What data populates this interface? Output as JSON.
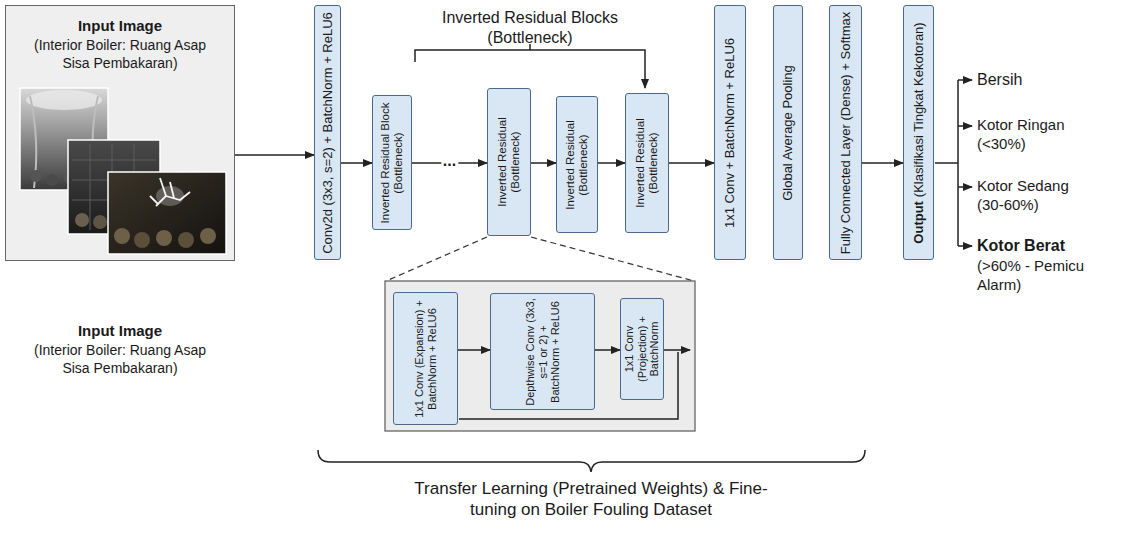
{
  "diagram": {
    "nodes": [
      {
        "text": [
          "Input Image",
          "(Interior Boiler: Ruang Asap Sisa Pembakaran)"
        ]
      },
      {
        "text": [
          "Conv2d (3x3, s=2) + BatchNorm + ReLU6"
        ]
      },
      {
        "text": [
          "Inverted Residual Block (Bottleneck)"
        ]
      },
      {
        "text": [
          "Inverted Residual (Bottleneck)"
        ]
      },
      {
        "text": [
          "Inverted Residual (Bottleneck)"
        ]
      },
      {
        "text": [
          "Inverted Residual (Bottleneck)"
        ]
      },
      {
        "text": [
          "1x1 Conv (Expansion) + BatchNorm + ReLU6"
        ]
      },
      {
        "text": [
          "Depthwise Conv (3x3, s=1 or 2) + BatchNorm + ReLU6"
        ]
      },
      {
        "text": [
          "1x1 Conv (Projection) + BatchNorm"
        ]
      },
      {
        "text": [
          "1x1 Conv + BatchNorm + ReLU6"
        ]
      },
      {
        "text": [
          "Global Average Pooling"
        ]
      },
      {
        "text": [
          "Fully Connected Layer (Dense) + Softmax"
        ]
      },
      {
        "text": [
          "Output",
          "(Klasifikasi Tingkat Kekotoran)"
        ]
      }
    ],
    "edges": [
      {
        "from": 0,
        "to": 1,
        "arrow": "to"
      },
      {
        "from": 1,
        "to": 2,
        "arrow": "to"
      },
      {
        "from": 2,
        "to": 3,
        "label": "...",
        "arrow": "to"
      },
      {
        "from": 3,
        "to": 4,
        "arrow": "to"
      },
      {
        "from": 4,
        "to": 5,
        "arrow": "to"
      },
      {
        "from": 5,
        "to": 9,
        "arrow": "to"
      },
      {
        "from": 11,
        "to": 12,
        "arrow": "to"
      },
      {
        "from": 6,
        "to": 7,
        "arrow": "to"
      },
      {
        "from": 7,
        "to": 8,
        "arrow": "to"
      }
    ],
    "labels": [
      "Inverted Residual Blocks (Bottleneck)",
      "Input Image",
      "(Interior Boiler: Ruang Asap Sisa Pembakaran)",
      "Bersih",
      "Kotor Ringan (<30%)",
      "Kotor Sedang (30-60%)",
      "Kotor Berat",
      "(>60% - Pemicu Alarm)",
      "Transfer Learning (Pretrained Weights) & Fine-tuning on Boiler Fouling Dataset"
    ]
  }
}
